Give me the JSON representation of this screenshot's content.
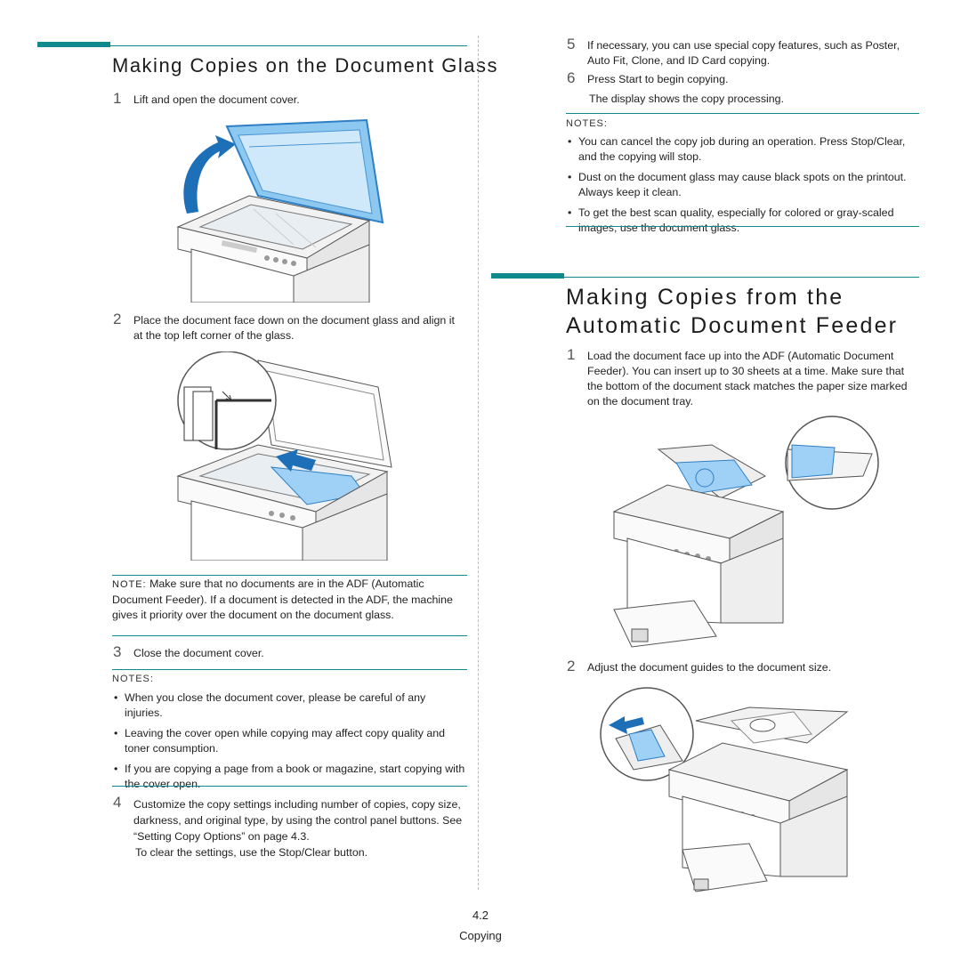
{
  "left": {
    "heading": "Making Copies on the Document Glass",
    "step1": {
      "num": "1",
      "text": "Lift and open the document cover."
    },
    "step2": {
      "num": "2",
      "text": "Place the document face down on the document glass and align it at the top left corner of the glass."
    },
    "note_label": "NOTE:",
    "note_text": "Make sure that no documents are in the ADF (Automatic Document Feeder). If a document is detected in the ADF, the machine gives it priority over the document on the document glass.",
    "step3": {
      "num": "3",
      "text": "Close the document cover."
    },
    "notes_heading": "NOTES:",
    "notes": [
      "When you close the document cover, please be careful of any injuries.",
      "Leaving the cover open while copying may affect copy quality and toner consumption.",
      "If you are copying a page from a book or magazine, start copying with the cover open."
    ],
    "step4": {
      "num": "4",
      "text": "Customize the copy settings including number of copies, copy size, darkness, and original type, by using the control panel buttons. See “Setting Copy Options” on page 4.3."
    },
    "step4_extra": "To clear the settings, use the Stop/Clear button."
  },
  "right": {
    "step5": {
      "num": "5",
      "text": "If necessary, you can use special copy features, such as Poster, Auto Fit, Clone, and ID Card copying."
    },
    "step6": {
      "num": "6",
      "text": "Press Start to begin copying."
    },
    "step6_extra": "The display shows the copy processing.",
    "notes_heading": "NOTES:",
    "notes": [
      "You can cancel the copy job during an operation. Press Stop/Clear, and the copying will stop.",
      "Dust on the document glass may cause black spots on the printout. Always keep it clean.",
      "To get the best scan quality, especially for colored or gray-scaled images, use the document glass."
    ],
    "heading_line1": "Making Copies from the",
    "heading_line2": "Automatic Document Feeder",
    "adf_step1": {
      "num": "1",
      "text": "Load the document face up into the ADF (Automatic Document Feeder). You can insert up to 30 sheets at a time. Make sure that the bottom of the document stack matches the paper size marked on the document tray."
    },
    "adf_step2": {
      "num": "2",
      "text": "Adjust the document guides to the document size."
    }
  },
  "footer": {
    "page_number": "4.2",
    "section": "Copying"
  },
  "colors": {
    "accent": "#0e8a8c",
    "cover_blue": "#5aa9e6",
    "paper_blue": "#9fd0f5"
  }
}
